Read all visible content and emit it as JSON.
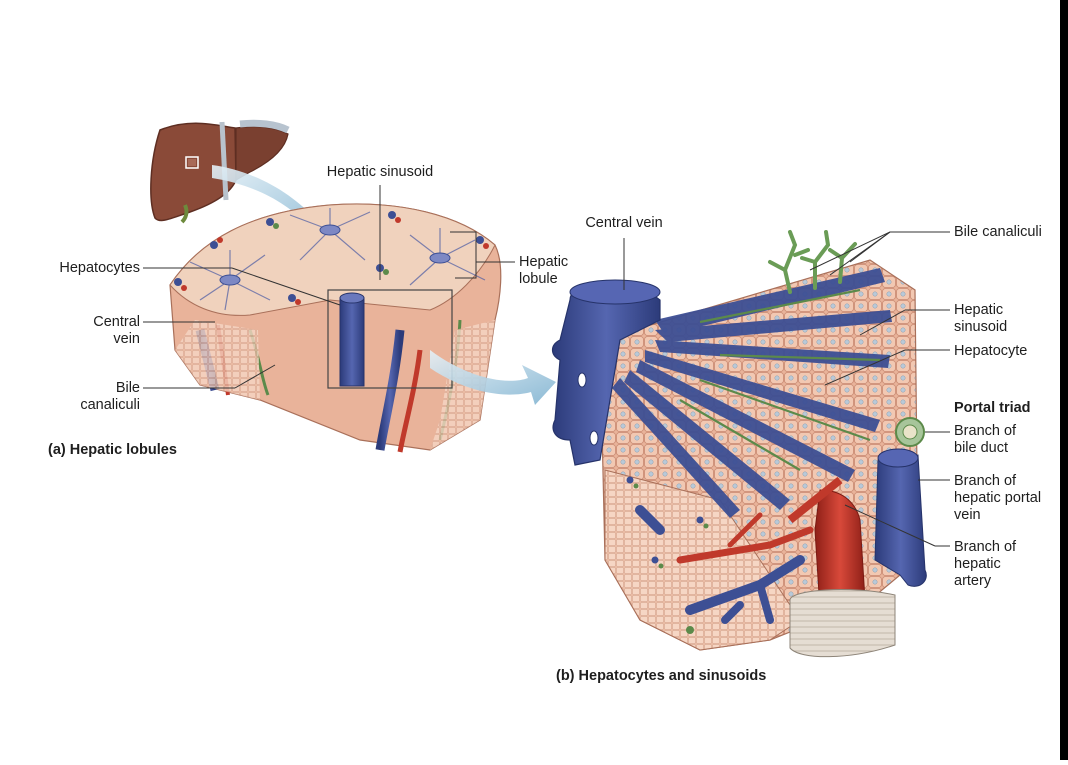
{
  "panel_a": {
    "caption": "(a) Hepatic lobules",
    "labels": {
      "hepatic_sinusoid": "Hepatic sinusoid",
      "hepatocytes": "Hepatocytes",
      "hepatic_lobule": "Hepatic\nlobule",
      "central_vein": "Central\nvein",
      "bile_canaliculi": "Bile\ncanaliculi"
    }
  },
  "panel_b": {
    "caption": "(b) Hepatocytes and sinusoids",
    "labels": {
      "central_vein": "Central vein",
      "bile_canaliculi": "Bile canaliculi",
      "hepatic_sinusoid": "Hepatic\nsinusoid",
      "hepatocyte": "Hepatocyte",
      "portal_triad": "Portal triad",
      "branch_bile_duct": "Branch of\nbile duct",
      "branch_portal_vein": "Branch of\nhepatic portal\nvein",
      "branch_hepatic_artery": "Branch of\nhepatic\nartery"
    }
  },
  "colors": {
    "liver": "#8a4a38",
    "tissue": "#e8b49a",
    "vein": "#3d4f94",
    "artery": "#c0392b",
    "bile": "#5c8a4a",
    "arrow": "#9fc6dd"
  }
}
